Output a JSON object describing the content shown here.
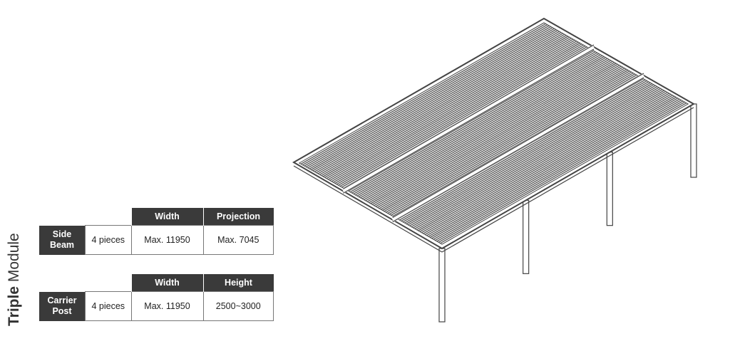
{
  "title": {
    "bold": "Triple",
    "normal": " Module"
  },
  "tables": {
    "side_beam": {
      "headers": [
        "Width",
        "Projection"
      ],
      "label_line1": "Side",
      "label_line2": "Beam",
      "count": "4 pieces",
      "values": [
        "Max. 11950",
        "Max. 7045"
      ]
    },
    "carrier_post": {
      "headers": [
        "Width",
        "Height"
      ],
      "label_line1": "Carrier",
      "label_line2": "Post",
      "count": "4 pieces",
      "values": [
        "Max. 11950",
        "2500~3000"
      ]
    }
  },
  "colors": {
    "header_bg": "#3a3a3a",
    "line": "#444444",
    "slat": "#555555"
  }
}
